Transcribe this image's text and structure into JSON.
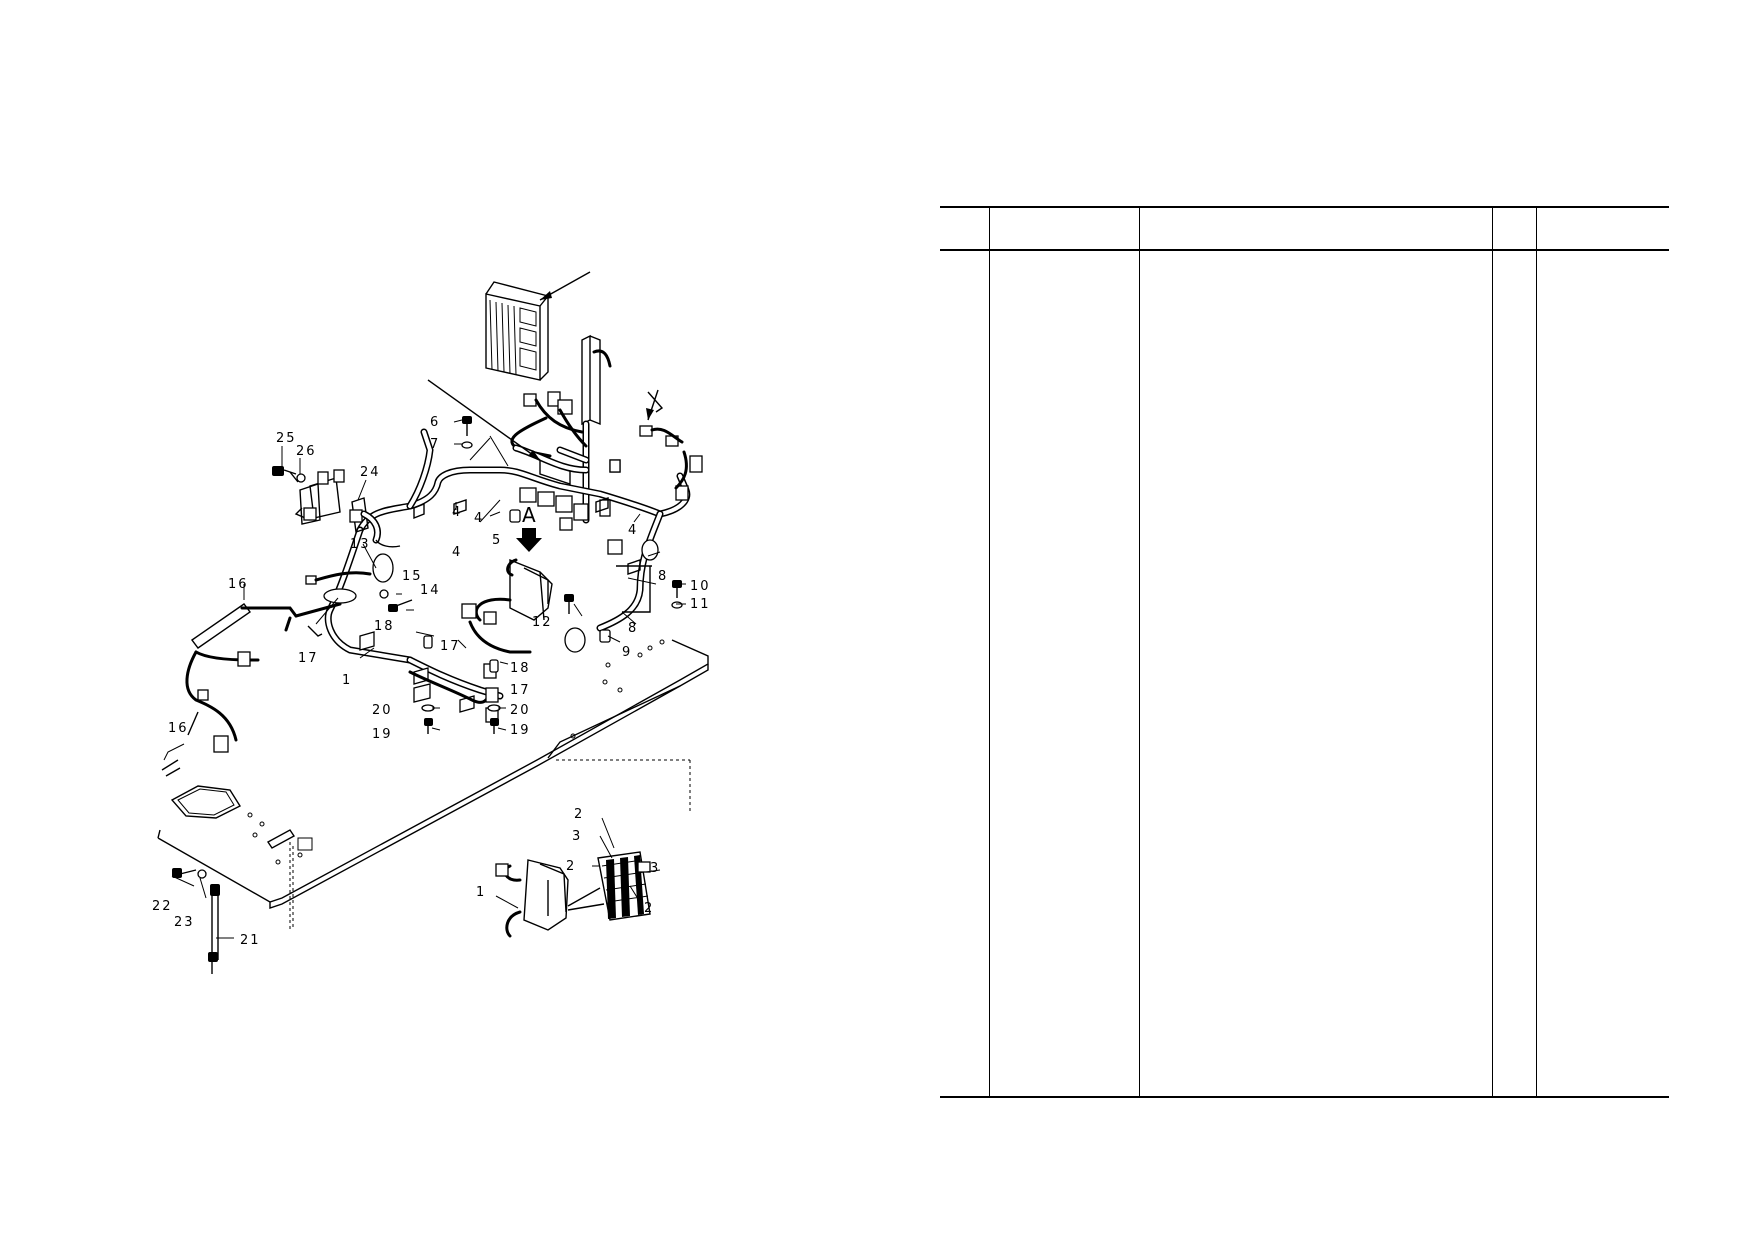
{
  "diagram": {
    "callouts": [
      "25",
      "26",
      "24",
      "6",
      "7",
      "4",
      "4",
      "4",
      "5",
      "4",
      "13",
      "15",
      "14",
      "16",
      "18",
      "17",
      "17",
      "1",
      "18",
      "17",
      "20",
      "20",
      "19",
      "19",
      "12",
      "8",
      "8",
      "10",
      "11",
      "9",
      "16",
      "22",
      "23",
      "21"
    ],
    "view_marker": "A",
    "detail_callouts": [
      "2",
      "3",
      "2",
      "3",
      "2",
      "1"
    ]
  },
  "parts_table": {
    "columns": [
      "",
      "",
      "",
      "",
      ""
    ]
  }
}
